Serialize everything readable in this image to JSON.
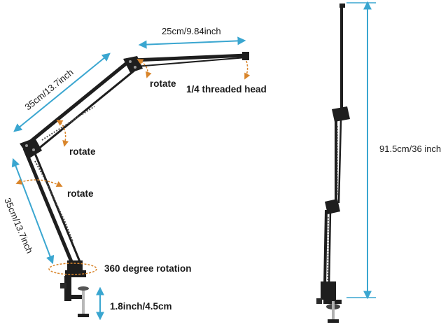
{
  "labels": {
    "upper_arm": "25cm/9.84inch",
    "middle_arm": "35cm/13.7inch",
    "lower_arm": "35cm/13.7inch",
    "rotate_top": "rotate",
    "rotate_mid": "rotate",
    "rotate_low": "rotate",
    "threaded_head": "1/4 threaded head",
    "base_rotation": "360 degree rotation",
    "clamp_height": "1.8inch/4.5cm",
    "total_height": "91.5cm/36 inch"
  },
  "colors": {
    "dimension": "#3aa6d0",
    "rotation": "#d9852b",
    "arm": "#1e1e1e",
    "text": "#1a1a1a"
  }
}
